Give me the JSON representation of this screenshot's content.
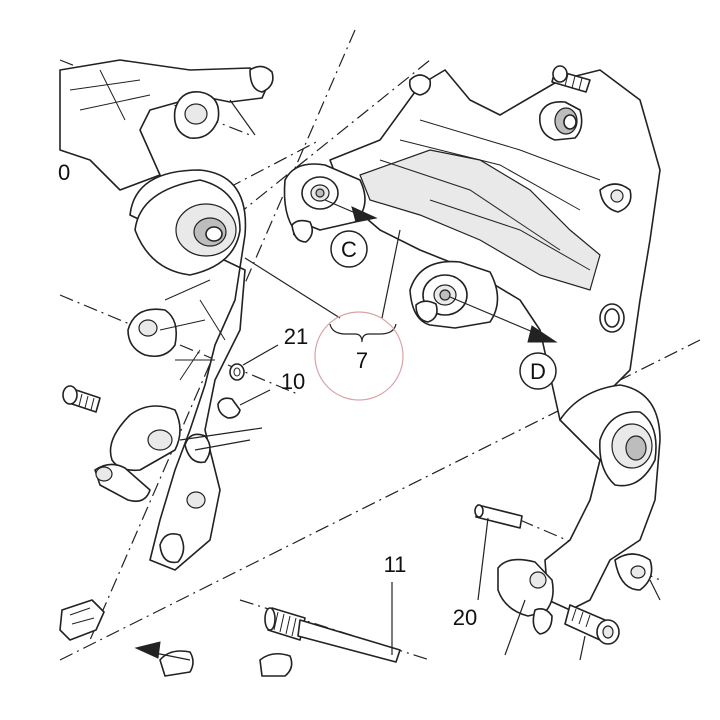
{
  "callouts": {
    "c21": "21",
    "c10": "10",
    "c7": "7",
    "c11": "11",
    "c20": "20",
    "edge_left": "0"
  },
  "view_letters": {
    "c": "C",
    "d": "D"
  },
  "colors": {
    "line": "#222222",
    "highlight_circle": "#d9a3a8",
    "background": "#ffffff"
  },
  "icons": [
    "arrow-right-icon",
    "arrow-left-icon",
    "brace-icon"
  ]
}
